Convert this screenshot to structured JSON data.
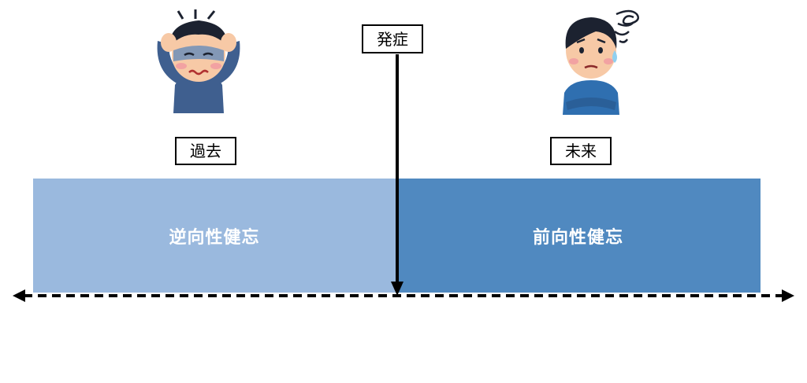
{
  "labels": {
    "onset": "発症",
    "past": "過去",
    "future": "未来"
  },
  "regions": {
    "retrograde": "逆向性健忘",
    "anterograde": "前向性健忘"
  },
  "colors": {
    "retrograde_fill": "#9ab9de",
    "anterograde_fill": "#5089c0",
    "axis": "#000000"
  },
  "icons": {
    "past_person": "distressed-person-holding-head-icon",
    "future_person": "confused-person-arms-crossed-icon"
  }
}
